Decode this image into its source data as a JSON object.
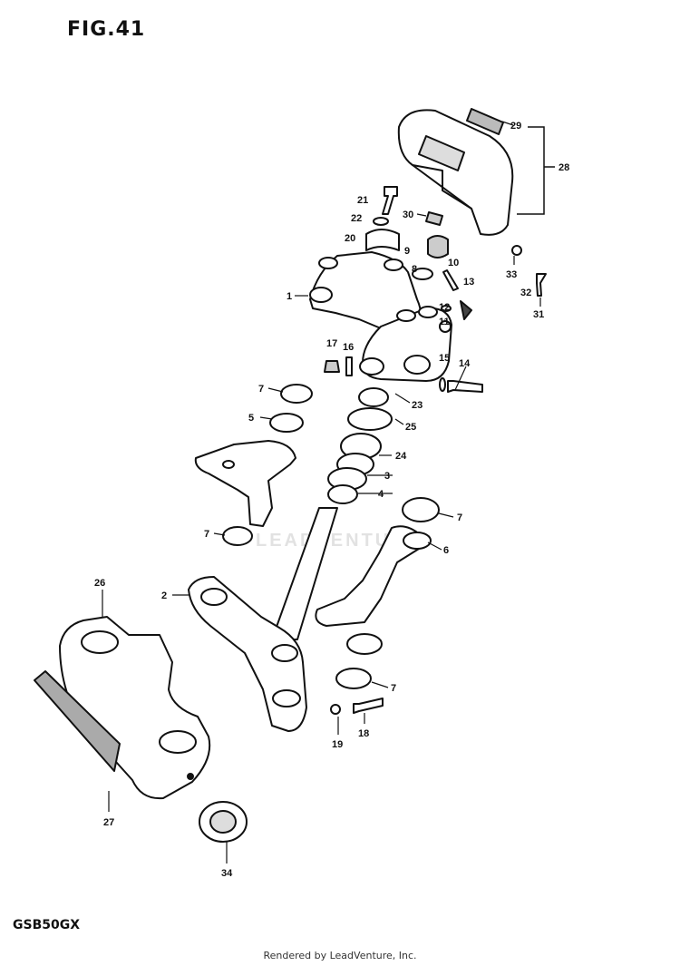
{
  "figure": {
    "title": "FIG.41",
    "model": "GSB50GX",
    "footer": "Rendered by LeadVenture, Inc.",
    "watermark": "LEADVENTURE"
  },
  "callouts": [
    {
      "key": "1",
      "label": "1"
    },
    {
      "key": "2",
      "label": "2"
    },
    {
      "key": "3",
      "label": "3"
    },
    {
      "key": "4",
      "label": "4"
    },
    {
      "key": "5",
      "label": "5"
    },
    {
      "key": "6",
      "label": "6"
    },
    {
      "key": "7a",
      "label": "7"
    },
    {
      "key": "7b",
      "label": "7"
    },
    {
      "key": "7c",
      "label": "7"
    },
    {
      "key": "7d",
      "label": "7"
    },
    {
      "key": "8",
      "label": "8"
    },
    {
      "key": "9",
      "label": "9"
    },
    {
      "key": "10",
      "label": "10"
    },
    {
      "key": "11",
      "label": "11"
    },
    {
      "key": "12",
      "label": "12"
    },
    {
      "key": "13",
      "label": "13"
    },
    {
      "key": "14",
      "label": "14"
    },
    {
      "key": "15",
      "label": "15"
    },
    {
      "key": "16",
      "label": "16"
    },
    {
      "key": "17",
      "label": "17"
    },
    {
      "key": "18",
      "label": "18"
    },
    {
      "key": "19",
      "label": "19"
    },
    {
      "key": "20",
      "label": "20"
    },
    {
      "key": "21",
      "label": "21"
    },
    {
      "key": "22",
      "label": "22"
    },
    {
      "key": "23",
      "label": "23"
    },
    {
      "key": "24",
      "label": "24"
    },
    {
      "key": "25",
      "label": "25"
    },
    {
      "key": "26",
      "label": "26"
    },
    {
      "key": "27",
      "label": "27"
    },
    {
      "key": "28",
      "label": "28"
    },
    {
      "key": "29",
      "label": "29"
    },
    {
      "key": "30",
      "label": "30"
    },
    {
      "key": "31",
      "label": "31"
    },
    {
      "key": "32",
      "label": "32"
    },
    {
      "key": "33",
      "label": "33"
    },
    {
      "key": "34",
      "label": "34"
    }
  ]
}
